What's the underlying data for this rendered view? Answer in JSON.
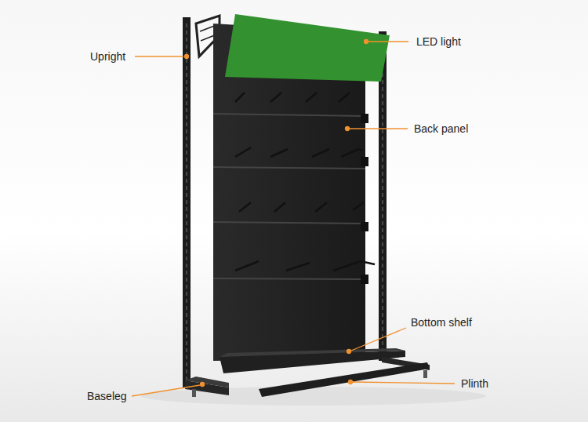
{
  "diagram": {
    "labels": [
      "Upright",
      "LED light",
      "Back panel",
      "Bottom shelf",
      "Baseleg",
      "Plinth"
    ]
  }
}
